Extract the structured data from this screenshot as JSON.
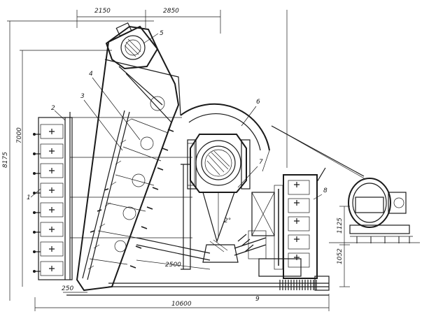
{
  "dimensions": {
    "top_left": "2150",
    "top_right": "2850",
    "overall_height": "8175",
    "liner_height": "7000",
    "rod_length": "2500",
    "bottom_offset": "250",
    "overall_length": "10600",
    "motor_height": "1125",
    "base_height": "1052",
    "angle": "2°"
  },
  "callouts": {
    "n1": "1",
    "n2": "2",
    "n3": "3",
    "n4": "4",
    "n5": "5",
    "n6": "6",
    "n7": "7",
    "n8": "8",
    "n9": "9"
  }
}
